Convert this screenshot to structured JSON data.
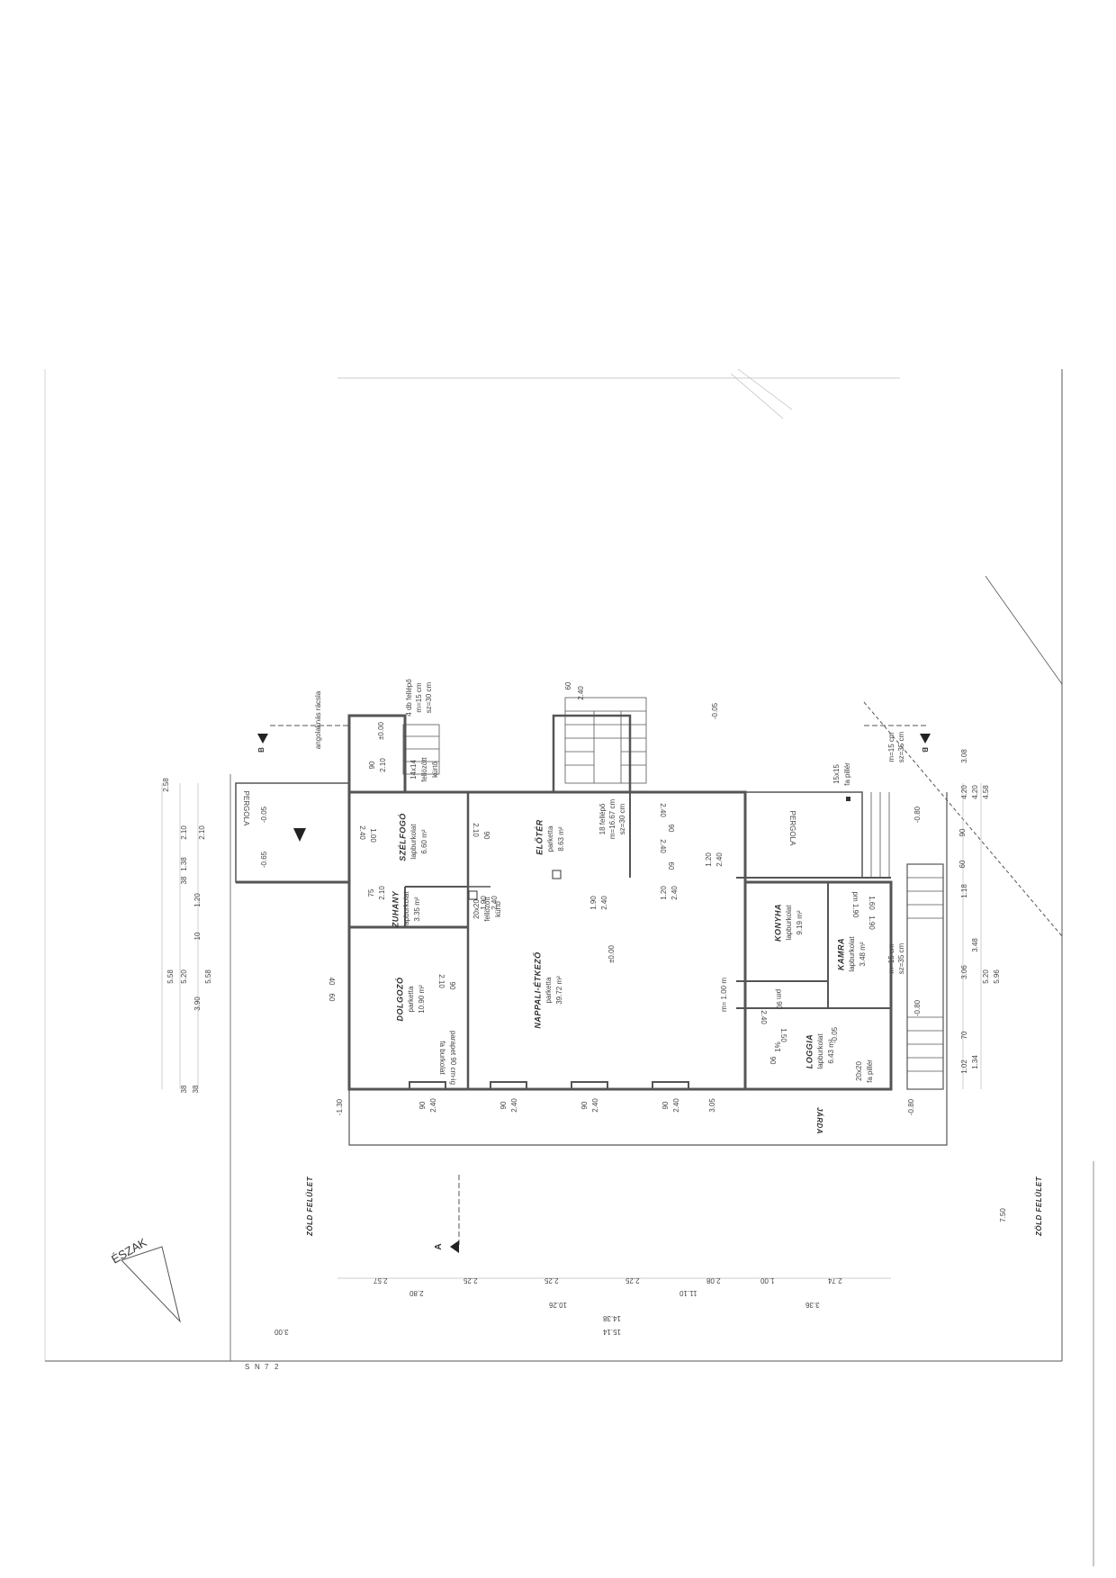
{
  "rooms": {
    "szelfogo": {
      "name": "SZÉLFOGÓ",
      "floor": "lapburkolat",
      "area": "6.60 m²"
    },
    "eloter": {
      "name": "ELŐTÉR",
      "floor": "parketta",
      "area": "8.63 m²"
    },
    "zuhany": {
      "name": "ZUHANY",
      "floor": "lapburkolat",
      "area": "3.35 m²"
    },
    "dolgozo": {
      "name": "DOLGOZÓ",
      "floor": "parketta",
      "area": "10.90 m²"
    },
    "nappali": {
      "name": "NAPPALI-ÉTKEZŐ",
      "floor": "parketta",
      "area": "39.72 m²"
    },
    "konyha": {
      "name": "KONYHA",
      "floor": "lapburkolat",
      "area": "9.19 m²"
    },
    "kamra": {
      "name": "KAMRA",
      "floor": "lapburkolat",
      "area": "3.48 m²"
    },
    "loggia": {
      "name": "LOGGIA",
      "floor": "lapburkolat",
      "area": "6.43 m²"
    }
  },
  "areas": {
    "pergola_left": "PERGOLA",
    "pergola_right": "PERGOLA",
    "jarda": "JÁRDA",
    "zold_left": "ZÖLD FELÜLET",
    "zold_right": "ZÖLD FELÜLET",
    "north": "ÉSZAK"
  },
  "section_markers": {
    "a": "A",
    "b_left": "B",
    "b_right": "B"
  },
  "levels": {
    "l1": "±0.00",
    "l2": "±0.00",
    "l3": "-0.05",
    "l4": "-0.05",
    "l5": "-0.05",
    "l6": "-0.65",
    "l7": "-0.80",
    "l8": "-0.80",
    "l9": "-0.80",
    "l10": "-1.30"
  },
  "notes": {
    "stair_main": "18 fellépő",
    "stair_main_m": "m=16.67 cm",
    "stair_main_sz": "sz=30 cm",
    "stair_ext": "4 db fellépő",
    "stair_ext_m": "m=15 cm",
    "stair_ext_sz": "sz=30 cm",
    "stair_right_m": "m=15 cm",
    "stair_right_sz": "sz=35 cm",
    "stair_right2_m": "m=15 cm",
    "stair_right2_sz": "sz=35 cm",
    "pillar1": "15x15",
    "pillar1b": "fa pillér",
    "pillar2": "20x20",
    "pillar2b": "fa pillér",
    "chimney": "14x14",
    "chimney2": "fellözött",
    "chimney3": "kürtő",
    "chimney_b": "20x20",
    "chimney_b2": "fellözött",
    "chimney_b3": "kürtő",
    "parapet": "parapet 90 cm-ig",
    "parapet2": "fa burkolat",
    "angol": "angolaknás rácsla",
    "pm1": "pm 1.90",
    "pm2": "pm 90",
    "mh": "m= 1.00 m",
    "slope": "1%"
  },
  "dims": {
    "d_258a": "2.58",
    "d_210a": "2.10",
    "d_210b": "2.10",
    "d_138": "1.38",
    "d_558": "5.58",
    "d_520": "5.20",
    "d_390": "3.90",
    "d_558b": "5.58",
    "d_120": "1.20",
    "d_38a": "38",
    "d_38b": "38",
    "d_38c": "38",
    "d_10": "10",
    "d_308": "3.08",
    "d_420": "4.20",
    "d_420b": "4.20",
    "d_458": "4.58",
    "d_90": "90",
    "d_60": "60",
    "d_118": "1.18",
    "d_348": "3.48",
    "d_306": "3.06",
    "d_520b": "5.20",
    "d_596": "5.96",
    "d_70": "70",
    "d_134": "1.34",
    "d_102": "1.02",
    "d_257": "2.57",
    "d_280": "2.80",
    "d_225a": "2.25",
    "d_225b": "2.25",
    "d_225c": "2.25",
    "d_208": "2.08",
    "d_100": "1.00",
    "d_274": "2.74",
    "d_1026": "10.26",
    "d_1110": "11.10",
    "d_336": "3.36",
    "d_1438": "14.38",
    "d_1514": "15.14",
    "d_300": "3.00",
    "d_750": "7.50",
    "w1": "90",
    "w1b": "2.40",
    "w2": "90",
    "w2b": "2.40",
    "w3": "90",
    "w3b": "2.40",
    "w4": "90",
    "w4b": "2.40",
    "w5": "3.05",
    "dr1": "90",
    "dr1b": "2.10",
    "dr2": "2.40",
    "dr2b": "1.00",
    "dr3": "2.10",
    "dr3b": "90",
    "dr4": "1.90",
    "dr4b": "2.40",
    "dr5": "1.90",
    "dr5b": "2.40",
    "dr6": "1.20",
    "dr6b": "2.40",
    "dr7": "1.20",
    "dr7b": "2.40",
    "dr8": "2.10",
    "dr8b": "90",
    "dr9": "40",
    "dr9b": "60",
    "dr10": "2.40",
    "dr10b": "90",
    "dr11": "60",
    "dr11b": "2.40",
    "dr12": "2.40",
    "dr12b": "60",
    "dr13": "75",
    "dr13b": "2.10",
    "dr14": "1.90",
    "dr14b": "1.60",
    "dr15": "2.40",
    "dr15b": "1.50",
    "dr16": "90"
  },
  "street": [
    "S",
    "N",
    "7",
    "2"
  ]
}
